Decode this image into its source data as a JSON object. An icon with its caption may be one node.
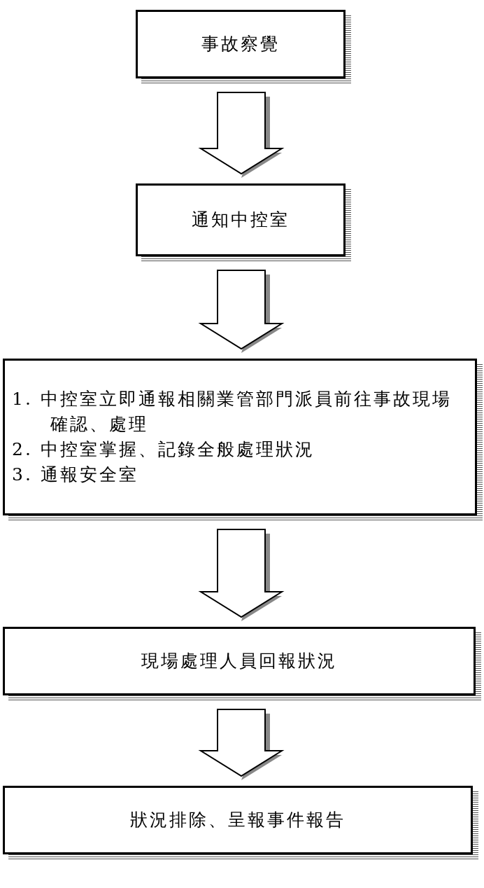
{
  "diagram": {
    "nodes": [
      {
        "text": [
          "事故察覺"
        ]
      },
      {
        "text": [
          "通知中控室"
        ]
      },
      {
        "text": [
          "1. 中控室立即通報相關業管部門派員前往事故現場確認、處理",
          "2. 中控室掌握、記錄全般處理狀況",
          "3. 通報安全室"
        ]
      },
      {
        "text": [
          "現場處理人員回報狀況"
        ]
      },
      {
        "text": [
          "狀況排除、呈報事件報告"
        ]
      }
    ],
    "edges": [
      {
        "from": 0,
        "to": 1,
        "arrow": "to"
      },
      {
        "from": 1,
        "to": 2,
        "arrow": "to"
      },
      {
        "from": 2,
        "to": 3,
        "arrow": "to"
      },
      {
        "from": 3,
        "to": 4,
        "arrow": "to"
      }
    ]
  }
}
